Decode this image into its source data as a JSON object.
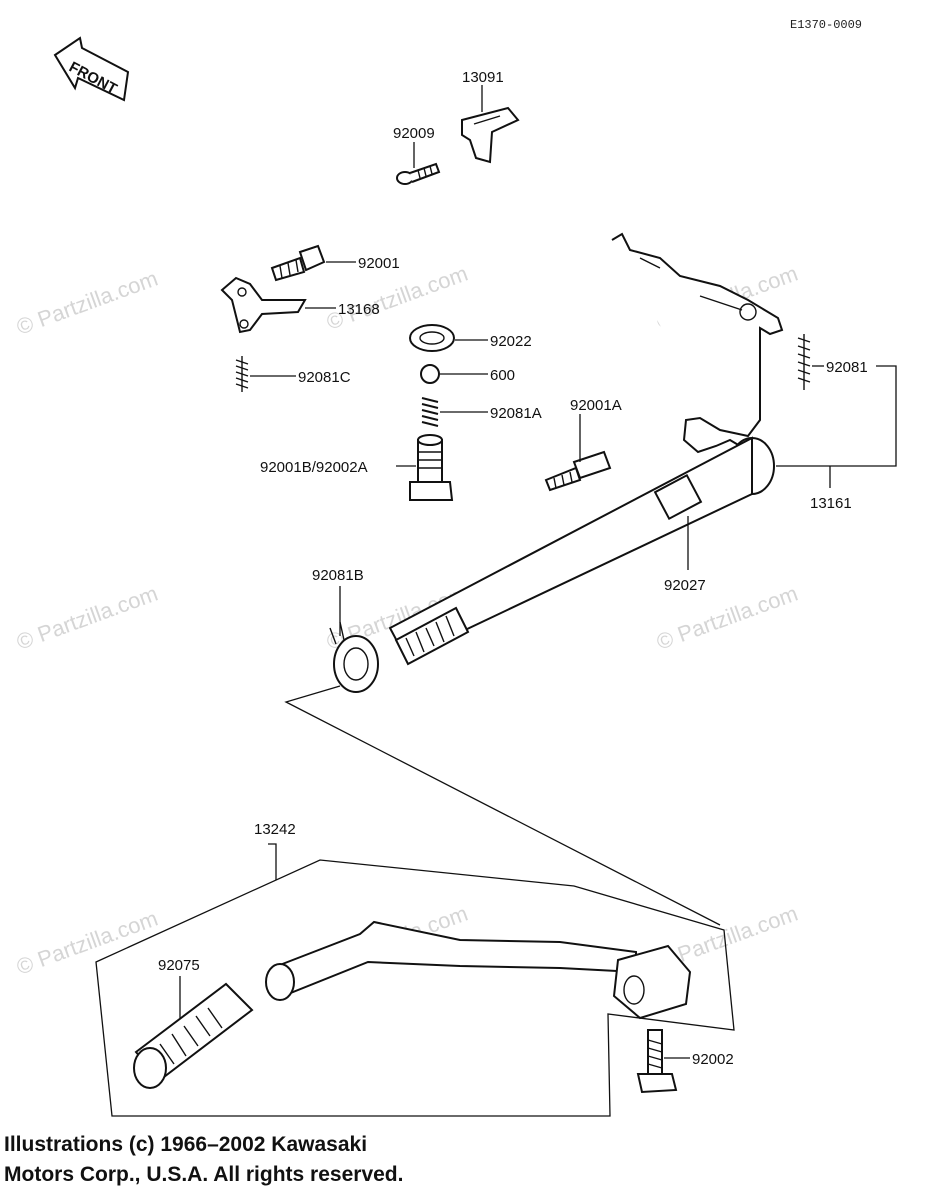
{
  "diagram_code": "E1370-0009",
  "front_arrow_label": "FRONT",
  "watermark_text": "© Partzilla.com",
  "parts": {
    "p13091": "13091",
    "p92009": "92009",
    "p92001": "92001",
    "p13168": "13168",
    "p92022": "92022",
    "p600": "600",
    "p92081C": "92081C",
    "p92081A": "92081A",
    "p92001A": "92001A",
    "p92001B_92002A": "92001B/92002A",
    "p92081": "92081",
    "p13161": "13161",
    "p92027": "92027",
    "p92081B": "92081B",
    "p13242": "13242",
    "p92075": "92075",
    "p92002": "92002"
  },
  "copyright": {
    "line1": "Illustrations (c) 1966–2002 Kawasaki",
    "line2": "Motors Corp., U.S.A.  All rights reserved."
  }
}
